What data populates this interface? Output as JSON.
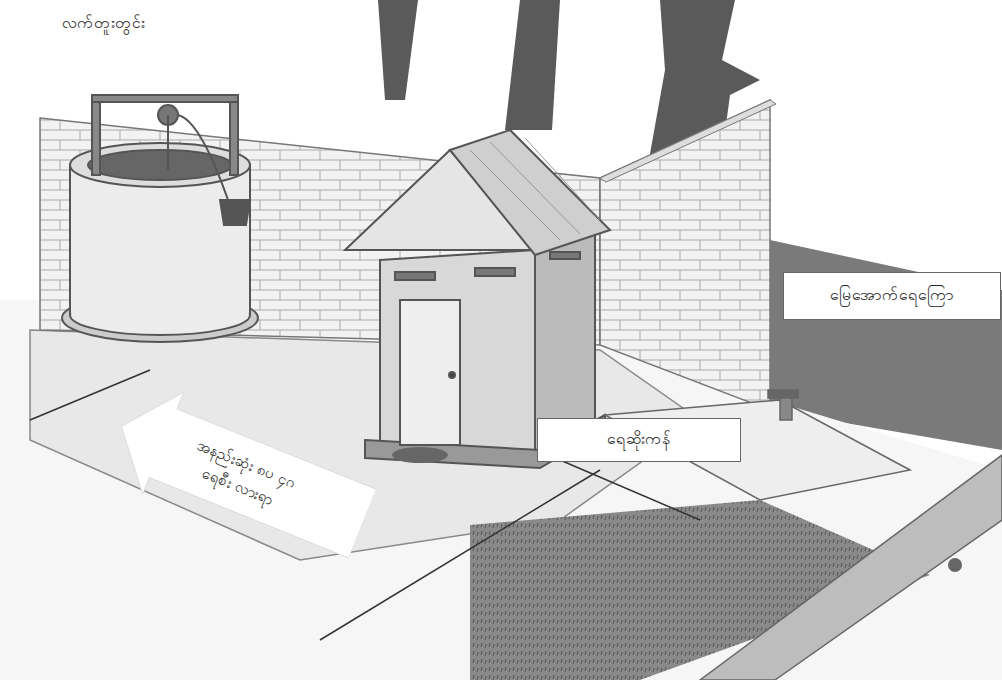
{
  "diagram": {
    "nodes": [
      {
        "text": [
          "အနည်းဆုံး ၈ပ ၄ဂ",
          "ရေစီး လားရာ"
        ]
      },
      {
        "text": [
          "ရေဆိုးကန်"
        ]
      },
      {
        "text": [
          "မြေအောက်ရေကြော"
        ]
      }
    ],
    "labels": [
      "လက်တူးတွင်း"
    ]
  }
}
